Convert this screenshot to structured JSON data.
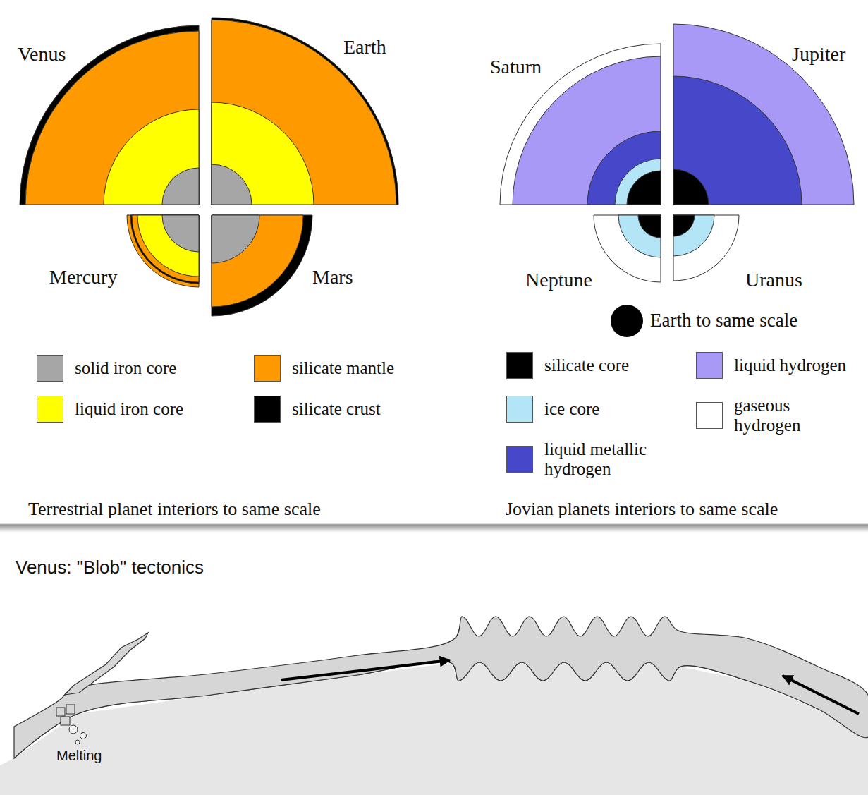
{
  "diagram": {
    "labels": [
      "Venus",
      "Earth",
      "Mercury",
      "Mars",
      "Terrestrial planet interiors to same scale",
      "Saturn",
      "Jupiter",
      "Neptune",
      "Uranus",
      "Jovian planets interiors to same scale",
      "Venus: \"Blob\" tectonics",
      "Melting"
    ],
    "legend": [
      {
        "text": "solid iron core",
        "color": "#a6a6a6"
      },
      {
        "text": "liquid iron core",
        "color": "#ffff00"
      },
      {
        "text": "silicate mantle",
        "color": "#ff9900"
      },
      {
        "text": "silicate crust",
        "color": "#000000"
      },
      {
        "text": "Earth to same scale"
      },
      {
        "text": "silicate core",
        "color": "#000000"
      },
      {
        "text": "ice core",
        "color": "#b3e5f7"
      },
      {
        "text": "liquid metallic hydrogen",
        "color": "#4747c9"
      },
      {
        "text": "liquid hydrogen",
        "color": "#a899f7"
      },
      {
        "text": "gaseous hydrogen",
        "color": "#ffffff"
      }
    ]
  }
}
